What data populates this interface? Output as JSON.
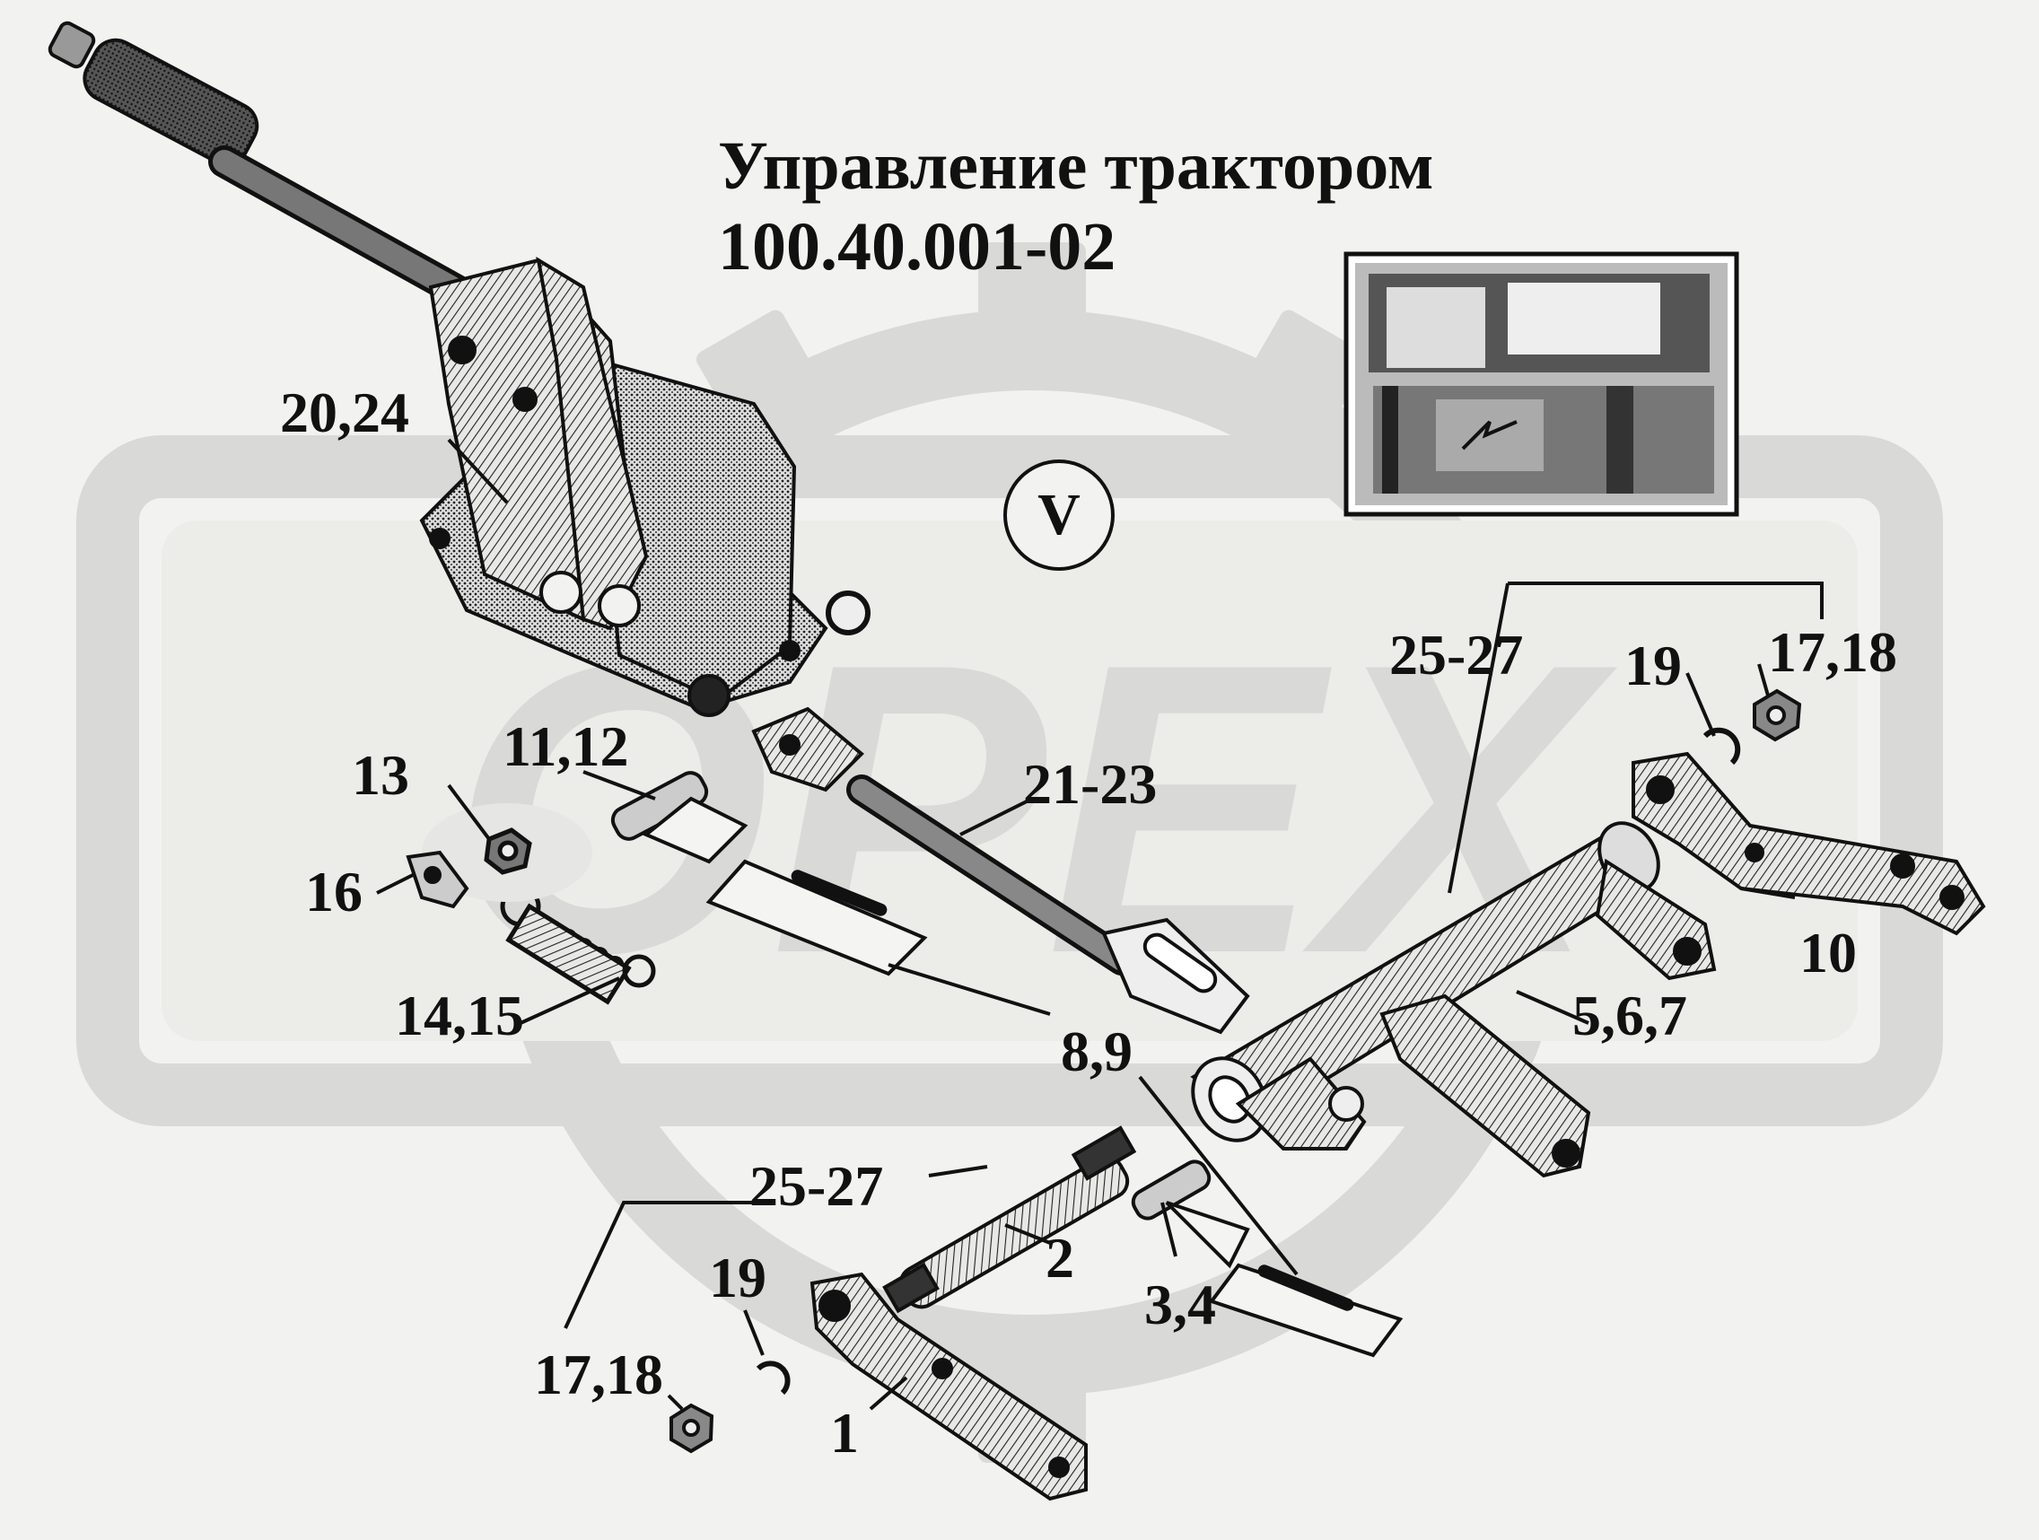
{
  "title": {
    "line1": "Управление трактором",
    "line2": "100.40.001-02"
  },
  "view_label": "V",
  "watermark_text": "OPEX",
  "callouts": {
    "c_20_24": "20,24",
    "c_11_12": "11,12",
    "c_13": "13",
    "c_16": "16",
    "c_14_15": "14,15",
    "c_21_23": "21-23",
    "c_8_9": "8,9",
    "c_25_27_top": "25-27",
    "c_19_top": "19",
    "c_17_18_top": "17,18",
    "c_10": "10",
    "c_5_6_7": "5,6,7",
    "c_25_27_bottom": "25-27",
    "c_2": "2",
    "c_3_4": "3,4",
    "c_19_bottom": "19",
    "c_17_18_bottom": "17,18",
    "c_1": "1"
  },
  "colors": {
    "background": "#f2f2f0",
    "watermark": "#d9d9d7",
    "ink": "#111111"
  }
}
